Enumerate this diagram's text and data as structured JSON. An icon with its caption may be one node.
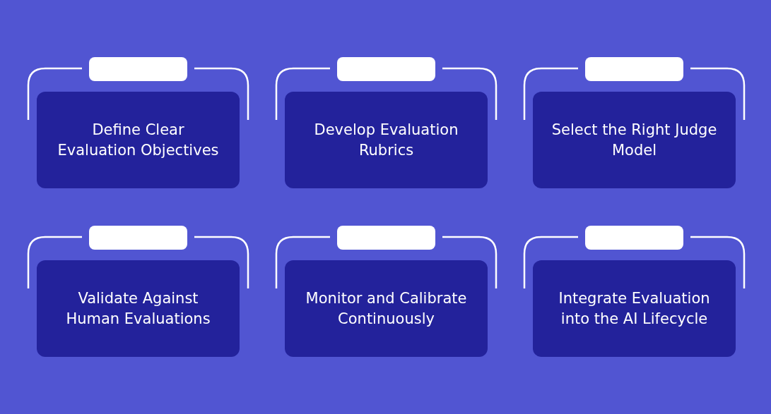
{
  "diagram": {
    "nodes": [
      {
        "text": [
          "Define Clear Evaluation Objectives"
        ]
      },
      {
        "text": [
          "Develop Evaluation Rubrics"
        ]
      },
      {
        "text": [
          "Select the Right Judge Model"
        ]
      },
      {
        "text": [
          "Validate Against Human Evaluations"
        ]
      },
      {
        "text": [
          "Monitor and Calibrate Continuously"
        ]
      },
      {
        "text": [
          "Integrate Evaluation into the AI Lifecycle"
        ]
      }
    ]
  }
}
